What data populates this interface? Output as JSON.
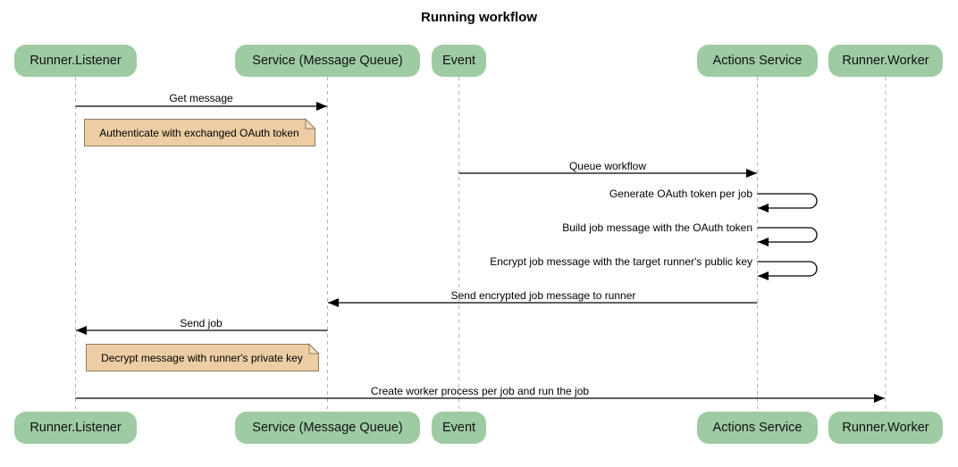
{
  "title": "Running workflow",
  "colors": {
    "participant_fill": "#9ECBA3",
    "note_fill": "#ECCDA4",
    "note_fold_fill": "#F5E0C3",
    "note_border": "#8F7B61",
    "lifeline": "#B3B3B3",
    "arrow": "#000000",
    "text": "#000000"
  },
  "participants": [
    {
      "label": "Runner.Listener"
    },
    {
      "label": "Service (Message Queue)"
    },
    {
      "label": "Event"
    },
    {
      "label": "Actions Service"
    },
    {
      "label": "Runner.Worker"
    }
  ],
  "messages": [
    {
      "type": "arrow",
      "from": "Runner.Listener",
      "to": "Service (Message Queue)",
      "label": "Get message"
    },
    {
      "type": "note",
      "over": "Runner.Listener",
      "label": "Authenticate with exchanged OAuth token"
    },
    {
      "type": "arrow",
      "from": "Event",
      "to": "Actions Service",
      "label": "Queue workflow"
    },
    {
      "type": "self",
      "on": "Actions Service",
      "label": "Generate OAuth token per job"
    },
    {
      "type": "self",
      "on": "Actions Service",
      "label": "Build job message with the OAuth token"
    },
    {
      "type": "self",
      "on": "Actions Service",
      "label": "Encrypt job message with the target runner's public key"
    },
    {
      "type": "arrow",
      "from": "Actions Service",
      "to": "Service (Message Queue)",
      "label": "Send encrypted job message to runner"
    },
    {
      "type": "arrow",
      "from": "Service (Message Queue)",
      "to": "Runner.Listener",
      "label": "Send job"
    },
    {
      "type": "note",
      "over": "Runner.Listener",
      "label": "Decrypt message with runner's private key"
    },
    {
      "type": "arrow",
      "from": "Runner.Listener",
      "to": "Runner.Worker",
      "label": "Create worker process per job and run the job"
    }
  ]
}
